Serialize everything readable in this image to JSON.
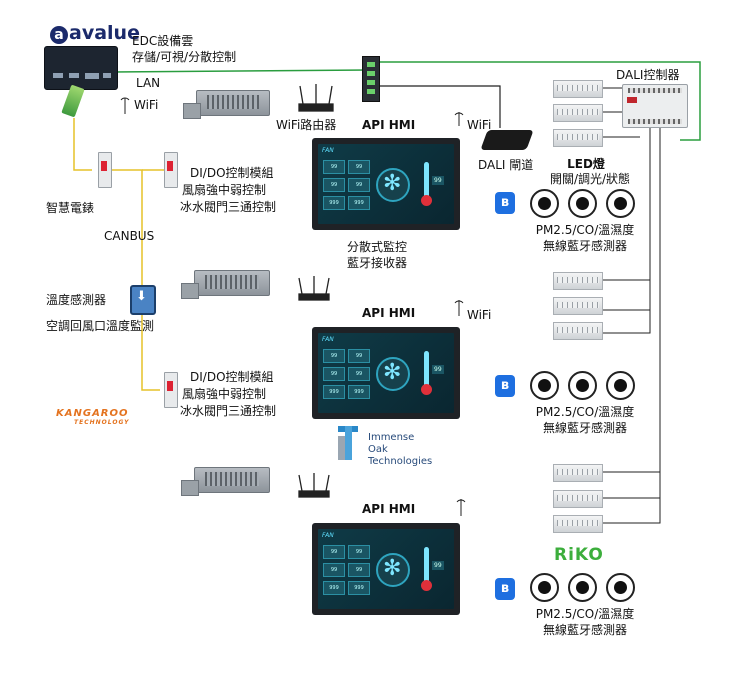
{
  "logos": {
    "avalue": "avalue",
    "kangaroo": "KANGAROO",
    "kangaroo_sub": "TECHNOLOGY",
    "immense_oak": "Immense Oak\nTechnologies",
    "riko": "RiKO"
  },
  "labels": {
    "edc_line1": "EDC設備雲",
    "edc_line2": "存儲/可視/分散控制",
    "lan": "LAN",
    "wifi_edc": "WiFi",
    "wifi_router": "WiFi路由器",
    "api_hmi_1": "API HMI",
    "api_hmi_2": "API HMI",
    "api_hmi_3": "API HMI",
    "wifi_hmi_1": "WiFi",
    "wifi_hmi_2": "WiFi",
    "dali_gateway": "DALI 閘道",
    "dali_controller": "DALI控制器",
    "led_line1": "LED燈",
    "led_line2": "開關/調光/狀態",
    "smart_meter": "智慧電錶",
    "canbus": "CANBUS",
    "dido_1_line1": "DI/DO控制模組",
    "dido_1_line2": "風扇強中弱控制",
    "dido_1_line3": "冰水閥門三通控制",
    "dido_2_line1": "DI/DO控制模組",
    "dido_2_line2": "風扇強中弱控制",
    "dido_2_line3": "冰水閥門三通控制",
    "distributed_line1": "分散式監控",
    "distributed_line2": "藍牙接收器",
    "temp_sensor": "溫度感測器",
    "return_air": "空調回風口溫度監測",
    "pm_1_line1": "PM2.5/CO/溫濕度",
    "pm_1_line2": "無線藍牙感測器",
    "pm_2_line1": "PM2.5/CO/溫濕度",
    "pm_2_line2": "無線藍牙感測器",
    "pm_3_line1": "PM2.5/CO/溫濕度",
    "pm_3_line2": "無線藍牙感測器"
  },
  "hmi_screen": {
    "title": "FAN",
    "tile_value": "99",
    "tile_value_b": "999",
    "temp_value": "99"
  },
  "icons": {
    "bluetooth": "ʙ",
    "wifi": "wifi-icon",
    "antenna": "antenna-icon"
  },
  "colors": {
    "lan_line": "#2a9d3f",
    "canbus_line": "#e6c229",
    "dali_line": "#222222",
    "bluetooth": "#1e6fe0"
  }
}
